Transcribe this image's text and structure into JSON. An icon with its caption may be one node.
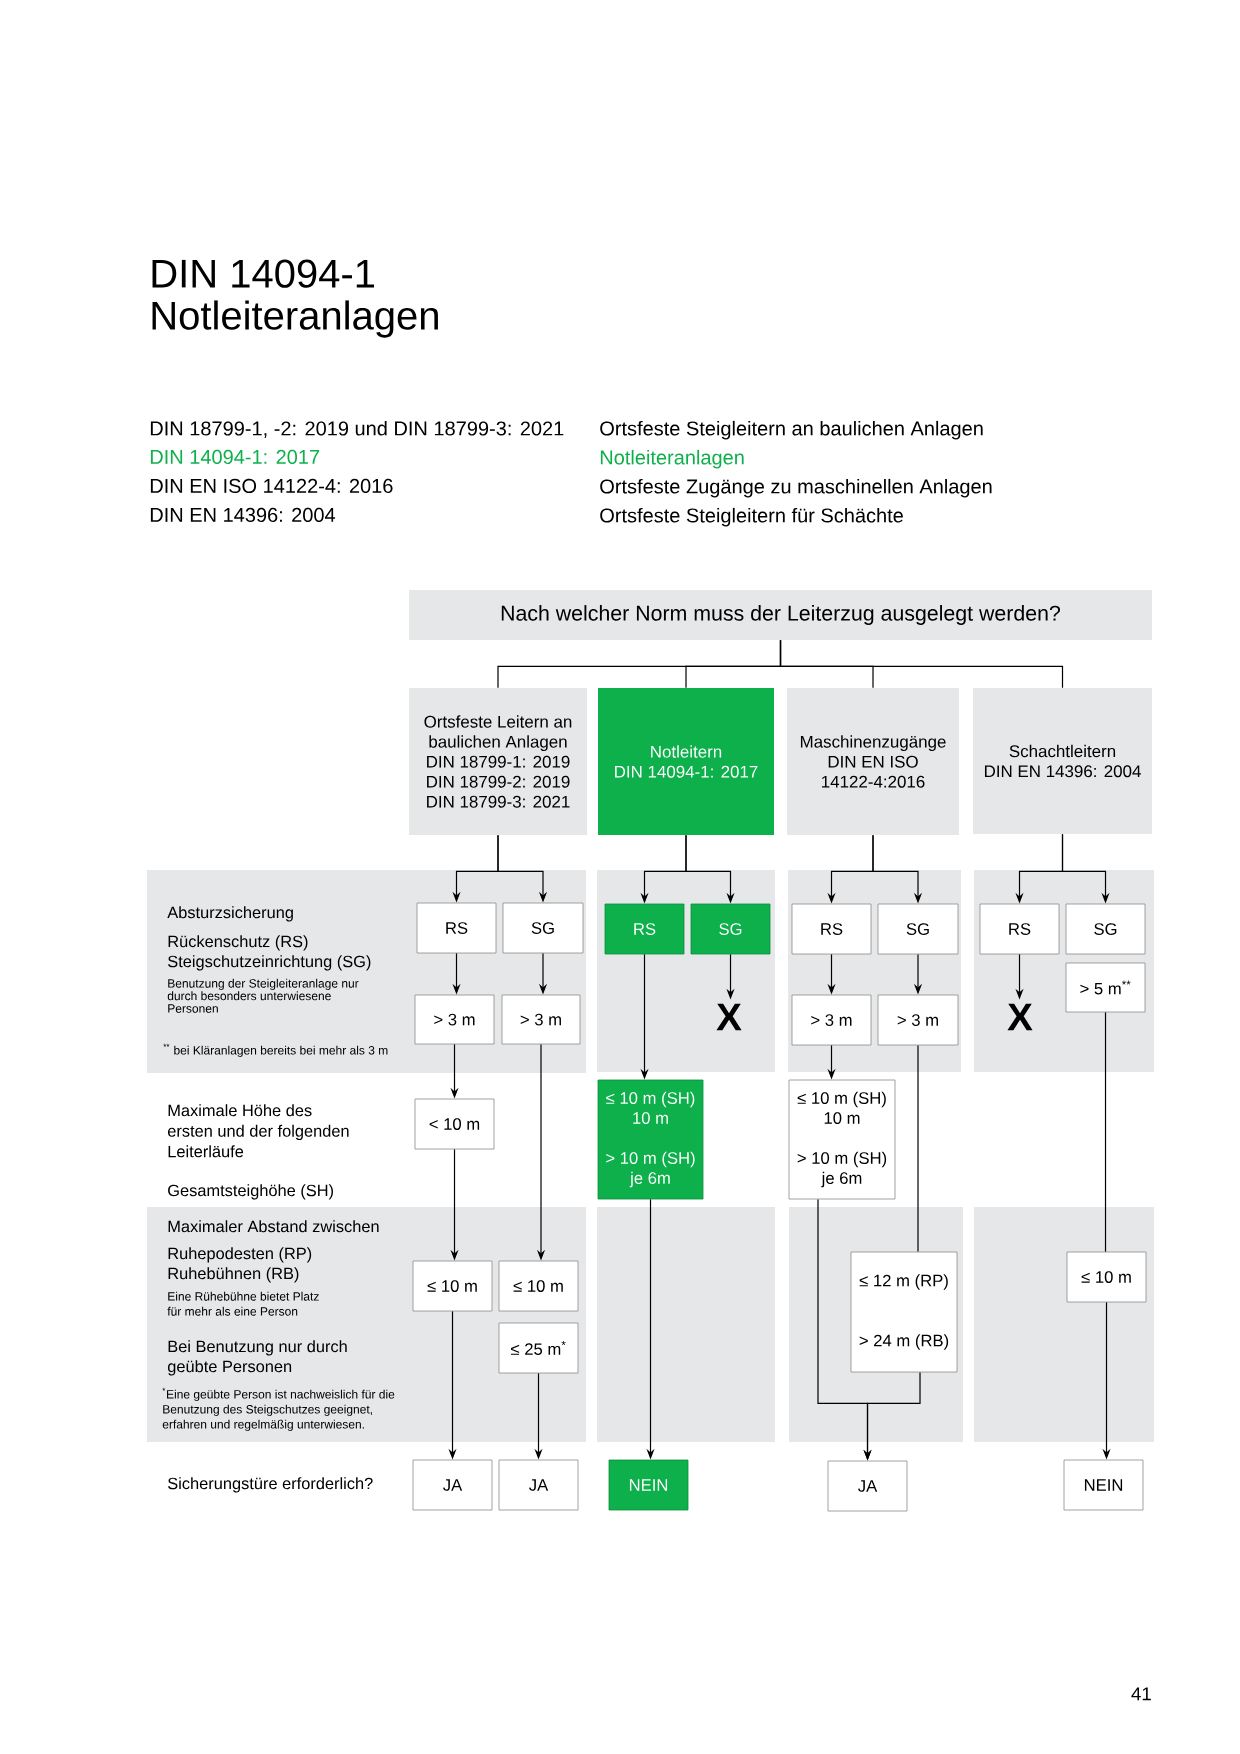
{
  "diagram": {
    "title": "DIN 14094-1 Notleiteranlagen",
    "nodes": [
      {
        "text": [
          "Nach welcher Norm muss der Leiterzug ausgelegt werden?"
        ]
      },
      {
        "text": [
          "Ortsfeste Leitern an baulichen Anlagen",
          "DIN 18799-1: 2019",
          "DIN 18799-2: 2019",
          "DIN 18799-3: 2021"
        ]
      },
      {
        "text": [
          "Notleitern",
          "DIN 14094-1: 2017"
        ]
      },
      {
        "text": [
          "Maschinenzugänge",
          "DIN EN ISO 14122-4:2016"
        ]
      },
      {
        "text": [
          "Schachtleitern",
          "DIN EN 14396: 2004"
        ]
      },
      {
        "text": [
          "Absturzsicherung",
          "Rückenschutz (RS)",
          "Steigschutzeinrichtung (SG)",
          "Benutzung der Steigleiteranlage nur durch besonders unterwiesene Personen",
          "$^{**}$ bei Kläranlagen bereits bei mehr als 3 m"
        ]
      },
      {
        "text": [
          "RS"
        ],
        "in": 5
      },
      {
        "text": [
          "SG"
        ],
        "in": 5
      },
      {
        "text": [
          "> 3 m"
        ],
        "in": 5
      },
      {
        "text": [
          "> 3 m"
        ],
        "in": 5
      },
      {
        "text": [],
        "shape": "box"
      },
      {
        "text": [
          "RS"
        ],
        "in": 10
      },
      {
        "text": [
          "SG"
        ],
        "in": 10
      },
      {
        "text": [
          "X"
        ],
        "in": 10
      },
      {
        "text": [],
        "shape": "box"
      },
      {
        "text": [
          "RS"
        ],
        "in": 14
      },
      {
        "text": [
          "SG"
        ],
        "in": 14
      },
      {
        "text": [
          "> 3 m"
        ],
        "in": 14
      },
      {
        "text": [
          "> 3 m"
        ],
        "in": 14
      },
      {
        "text": [],
        "shape": "box"
      },
      {
        "text": [
          "RS"
        ],
        "in": 19
      },
      {
        "text": [
          "SG"
        ],
        "in": 19
      },
      {
        "text": [
          "X"
        ],
        "in": 19
      },
      {
        "text": [
          "> 5 m$^{**}$"
        ],
        "in": 19
      },
      {
        "text": [
          "< 10 m"
        ]
      },
      {
        "text": [
          "≤ 10 m (SH) 10 m",
          "> 10 m (SH) je 6m"
        ]
      },
      {
        "text": [
          "≤ 10 m (SH) 10 m",
          "> 10 m (SH) je 6m"
        ]
      },
      {
        "text": [
          "Maximaler Abstand zwischen",
          "Ruhepodesten (RP)",
          "Ruhebühnen (RB)",
          "Eine Rühebühne bietet Platz für mehr als eine Person",
          "Bei Benutzung nur durch geübte Personen",
          "$^{*}$Eine geübte Person ist nachweislich für die Benutzung des Steigschutzes geeignet, erfahren und regelmäßig unterwiesen."
        ]
      },
      {
        "text": [
          "≤ 10 m"
        ],
        "in": 27
      },
      {
        "text": [
          "≤ 10 m"
        ],
        "in": 27
      },
      {
        "text": [
          "≤ 25 m$^{*}$"
        ],
        "in": 27
      },
      {
        "text": [],
        "shape": "box"
      },
      {
        "text": [
          "≤ 12 m (RP)",
          "> 24 m (RB)"
        ],
        "in": 31
      },
      {
        "text": [],
        "shape": "box"
      },
      {
        "text": [
          "≤ 10 m"
        ],
        "in": 33
      },
      {
        "text": [
          "JA"
        ]
      },
      {
        "text": [
          "JA"
        ]
      },
      {
        "text": [
          "NEIN"
        ]
      },
      {
        "text": [
          "JA"
        ]
      },
      {
        "text": [
          "NEIN"
        ]
      }
    ],
    "edges": [
      {
        "from": 0,
        "to": 1,
        "arrow": "none"
      },
      {
        "from": 0,
        "to": 2,
        "arrow": "none"
      },
      {
        "from": 0,
        "to": 3,
        "arrow": "none"
      },
      {
        "from": 0,
        "to": 4,
        "arrow": "none"
      },
      {
        "from": 1,
        "to": 6,
        "arrow": "to"
      },
      {
        "from": 1,
        "to": 7,
        "arrow": "to"
      },
      {
        "from": 6,
        "to": 8,
        "arrow": "to"
      },
      {
        "from": 7,
        "to": 9,
        "arrow": "to"
      },
      {
        "from": 8,
        "to": 24,
        "arrow": "to"
      },
      {
        "from": 9,
        "to": 29,
        "arrow": "to"
      },
      {
        "from": 24,
        "to": 28,
        "arrow": "to"
      },
      {
        "from": 28,
        "to": 35,
        "arrow": "to"
      },
      {
        "from": 30,
        "to": 36,
        "arrow": "to"
      },
      {
        "from": 2,
        "to": 11,
        "arrow": "to"
      },
      {
        "from": 2,
        "to": 12,
        "arrow": "to"
      },
      {
        "from": 11,
        "to": 25,
        "arrow": "to"
      },
      {
        "from": 12,
        "to": 13,
        "arrow": "to"
      },
      {
        "from": 25,
        "to": 37,
        "arrow": "to"
      },
      {
        "from": 3,
        "to": 15,
        "arrow": "to"
      },
      {
        "from": 3,
        "to": 16,
        "arrow": "to"
      },
      {
        "from": 15,
        "to": 17,
        "arrow": "to"
      },
      {
        "from": 16,
        "to": 18,
        "arrow": "to"
      },
      {
        "from": 17,
        "to": 26,
        "arrow": "to"
      },
      {
        "from": 18,
        "to": 32,
        "arrow": "none"
      },
      {
        "from": 26,
        "to": 38,
        "arrow": "to"
      },
      {
        "from": 32,
        "to": 38,
        "arrow": "to"
      },
      {
        "from": 4,
        "to": 20,
        "arrow": "to"
      },
      {
        "from": 4,
        "to": 21,
        "arrow": "to"
      },
      {
        "from": 20,
        "to": 22,
        "arrow": "to"
      },
      {
        "from": 23,
        "to": 34,
        "arrow": "none"
      },
      {
        "from": 34,
        "to": 39,
        "arrow": "to"
      }
    ],
    "labels": [
      "DIN 18799-1, -2: 2019 und DIN 18799-3: 2021",
      "Ortsfeste Steigleitern an baulichen Anlagen",
      "DIN 14094-1: 2017",
      "Notleiteranlagen",
      "DIN EN ISO 14122-4: 2016",
      "Ortsfeste Zugänge zu maschinellen Anlagen",
      "DIN EN 14396: 2004",
      "Ortsfeste Steigleitern für Schächte",
      "Maximale Höhe des ersten und der folgenden Leiterläufe",
      "Gesamtsteighöhe (SH)",
      "Sicherungstüre erforderlich?",
      "41"
    ]
  }
}
